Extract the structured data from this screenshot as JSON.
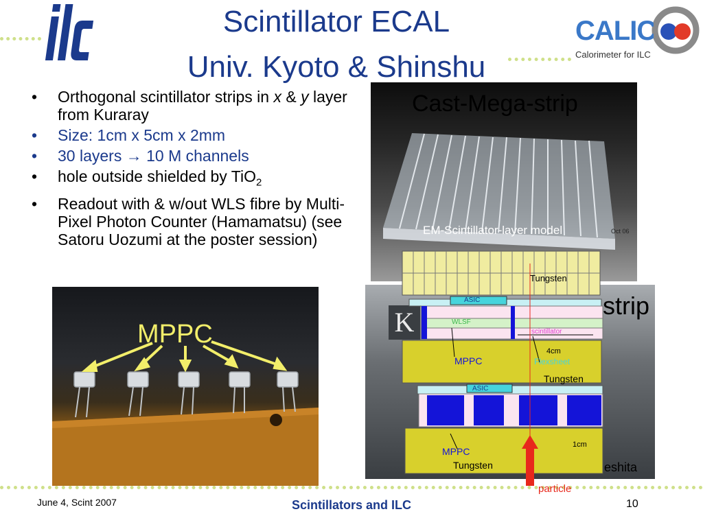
{
  "title_line1": "Scintillator ECAL",
  "title_line2": "Univ. Kyoto & Shinshu",
  "logo_ilc": "ilc",
  "logo_calice": "CALICE",
  "calice_tag": "Calorimeter for ILC",
  "bullets": [
    {
      "pre": "Orthogonal scintillator strips in ",
      "x": "x",
      "mid": " & ",
      "y": "y",
      "post": " layer from Kuraray"
    },
    {
      "text": "Size: 1cm x 5cm x 2mm"
    },
    {
      "pre": "30 layers ",
      "arrow": "→",
      "post": " 10 M channels"
    },
    {
      "pre": "hole outside shielded by TiO",
      "sub": "2"
    },
    {
      "text": "Readout with & w/out WLS fibre by Multi-Pixel Photon Counter (Hamamatsu) (see Satoru Uozumi at the poster session)"
    }
  ],
  "photo1": {
    "label": "Cast-Mega-strip",
    "caption": "EM-Scintillator-layer model",
    "date": "Oct 06"
  },
  "photo2": {
    "label": "MPPC"
  },
  "photo3": {
    "label_frag": "strip",
    "letter": "K",
    "name_frag": "eshita"
  },
  "diagram": {
    "tungsten_top": "Tungsten",
    "asic1": "ASIC",
    "wlsf": "WLSF",
    "scintillator": "scintillator",
    "dim_4cm": "4cm",
    "mppc1": "MPPC",
    "flexsheet": "Flexsheet",
    "tungsten_mid": "Tungsten",
    "asic2": "ASIC",
    "dim_1cm": "1cm",
    "mppc2": "MPPC",
    "tungsten_bottom": "Tungsten",
    "particle": "particle"
  },
  "footer": {
    "date": "June 4,  Scint 2007",
    "center": "Scintillators and ILC",
    "page": "10"
  },
  "colors": {
    "title": "#1b3a8c",
    "dots": "#cfe08a",
    "olive": "#d8d02c",
    "blue": "#1414d8",
    "particle": "#e8281c"
  }
}
